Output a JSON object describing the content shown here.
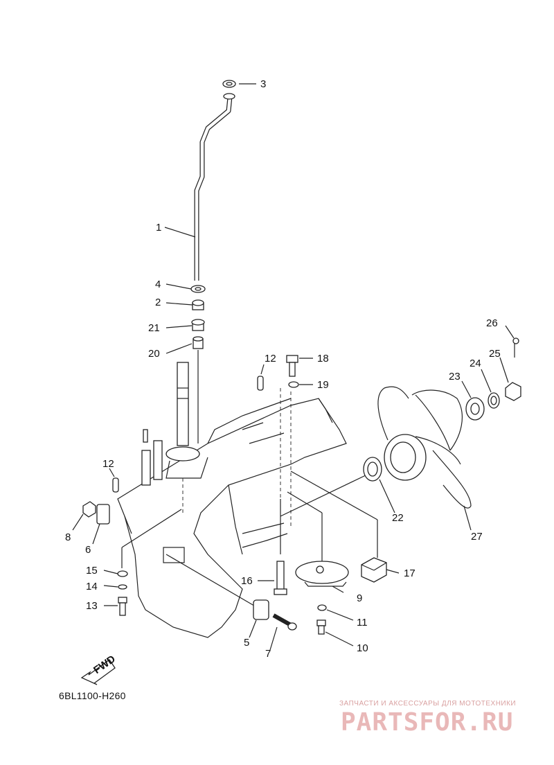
{
  "diagram_code": "6BL1100-H260",
  "fwd_label": "FWD",
  "watermark": {
    "tagline": "ЗАПЧАСТИ И АКСЕССУАРЫ ДЛЯ МОТОТЕХНИКИ",
    "brand": "PARTSFOR.RU"
  },
  "callouts": [
    {
      "id": "c1",
      "label": "1"
    },
    {
      "id": "c2",
      "label": "2"
    },
    {
      "id": "c3",
      "label": "3"
    },
    {
      "id": "c4",
      "label": "4"
    },
    {
      "id": "c5",
      "label": "5"
    },
    {
      "id": "c6",
      "label": "6"
    },
    {
      "id": "c7",
      "label": "7"
    },
    {
      "id": "c8",
      "label": "8"
    },
    {
      "id": "c9",
      "label": "9"
    },
    {
      "id": "c10",
      "label": "10"
    },
    {
      "id": "c11",
      "label": "11"
    },
    {
      "id": "c12a",
      "label": "12"
    },
    {
      "id": "c12b",
      "label": "12"
    },
    {
      "id": "c13",
      "label": "13"
    },
    {
      "id": "c14",
      "label": "14"
    },
    {
      "id": "c15",
      "label": "15"
    },
    {
      "id": "c16",
      "label": "16"
    },
    {
      "id": "c17",
      "label": "17"
    },
    {
      "id": "c18",
      "label": "18"
    },
    {
      "id": "c19",
      "label": "19"
    },
    {
      "id": "c20",
      "label": "20"
    },
    {
      "id": "c21",
      "label": "21"
    },
    {
      "id": "c22",
      "label": "22"
    },
    {
      "id": "c23",
      "label": "23"
    },
    {
      "id": "c24",
      "label": "24"
    },
    {
      "id": "c25",
      "label": "25"
    },
    {
      "id": "c26",
      "label": "26"
    },
    {
      "id": "c27",
      "label": "27"
    }
  ]
}
